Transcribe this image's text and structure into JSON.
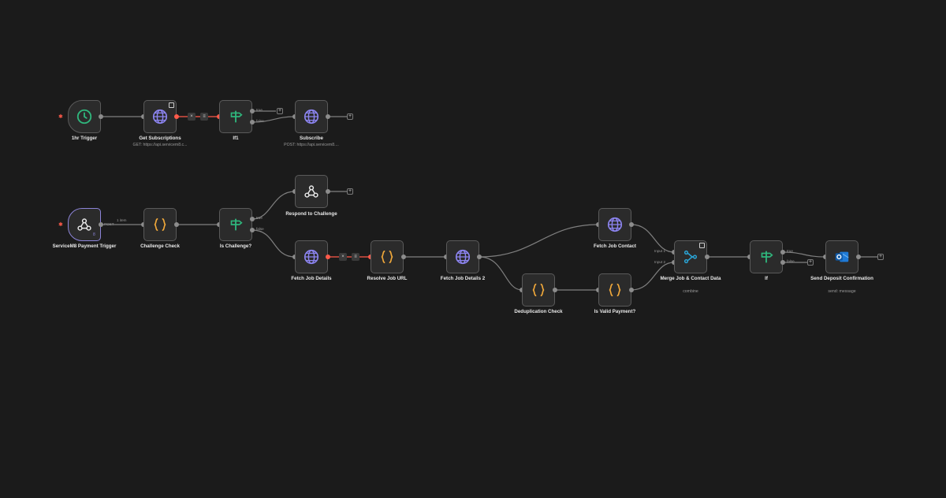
{
  "colors": {
    "background": "#1b1b1b",
    "node_bg": "#2b2b2b",
    "node_border": "#5a5a5a",
    "wire": "#7f7f7f",
    "wire_error": "#ff5a4a",
    "trigger_green": "#2fb67c",
    "http_purple": "#8c84f0",
    "code_orange": "#f0a83a",
    "if_green": "#2fb67c",
    "merge_blue": "#2aa3d4",
    "outlook_blue": "#1f7ad6"
  },
  "workflow": {
    "nodes": [
      {
        "id": "trigger1",
        "label": "1hr Trigger",
        "subtitle": "",
        "icon": "clock-icon"
      },
      {
        "id": "getsubs",
        "label": "Get Subscriptions",
        "subtitle": "GET: https://api.servicem8.c...",
        "icon": "globe-icon"
      },
      {
        "id": "if1",
        "label": "If1",
        "subtitle": "",
        "icon": "signpost-icon"
      },
      {
        "id": "subscribe",
        "label": "Subscribe",
        "subtitle": "POST: https://api.servicem8....",
        "icon": "globe-icon"
      },
      {
        "id": "respond",
        "label": "Respond to Challenge",
        "subtitle": "",
        "icon": "webhook-icon"
      },
      {
        "id": "sm8trigger",
        "label": "ServiceM8 Payment Trigger",
        "subtitle": "",
        "icon": "webhook-icon"
      },
      {
        "id": "challengecheck",
        "label": "Challenge Check",
        "subtitle": "",
        "icon": "code-braces-icon"
      },
      {
        "id": "ischallenge",
        "label": "Is Challenge?",
        "subtitle": "",
        "icon": "signpost-icon"
      },
      {
        "id": "fetchjob",
        "label": "Fetch Job Details",
        "subtitle": "",
        "icon": "globe-icon"
      },
      {
        "id": "resolveurl",
        "label": "Resolve Job URL",
        "subtitle": "",
        "icon": "code-braces-icon"
      },
      {
        "id": "fetchjob2",
        "label": "Fetch Job Details 2",
        "subtitle": "",
        "icon": "globe-icon"
      },
      {
        "id": "fetchcontact",
        "label": "Fetch Job Contact",
        "subtitle": "",
        "icon": "globe-icon"
      },
      {
        "id": "dedupe",
        "label": "Deduplication Check",
        "subtitle": "",
        "icon": "code-braces-icon"
      },
      {
        "id": "isvalid",
        "label": "Is Valid Payment?",
        "subtitle": "",
        "icon": "code-braces-icon"
      },
      {
        "id": "merge",
        "label": "Merge Job & Contact Data",
        "subtitle": "combine",
        "icon": "merge-icon"
      },
      {
        "id": "if",
        "label": "If",
        "subtitle": "",
        "icon": "signpost-icon"
      },
      {
        "id": "senddeposit",
        "label": "Send Deposit Confirmation",
        "subtitle": "send: message",
        "icon": "outlook-icon"
      }
    ],
    "port_labels": {
      "if1_true": "true",
      "if1_false": "false",
      "ischallenge_true": "true",
      "ischallenge_false": "false",
      "merge_input1": "Input 1",
      "merge_input2": "Input 2",
      "if_true": "true",
      "if_false": "false",
      "sm8_post": "POST",
      "items_count": "1 item"
    },
    "badges": {
      "sm8_trigger_count": "8"
    },
    "wire_buttons": {
      "plus": "+",
      "delete": "×",
      "menu": "≡"
    }
  }
}
